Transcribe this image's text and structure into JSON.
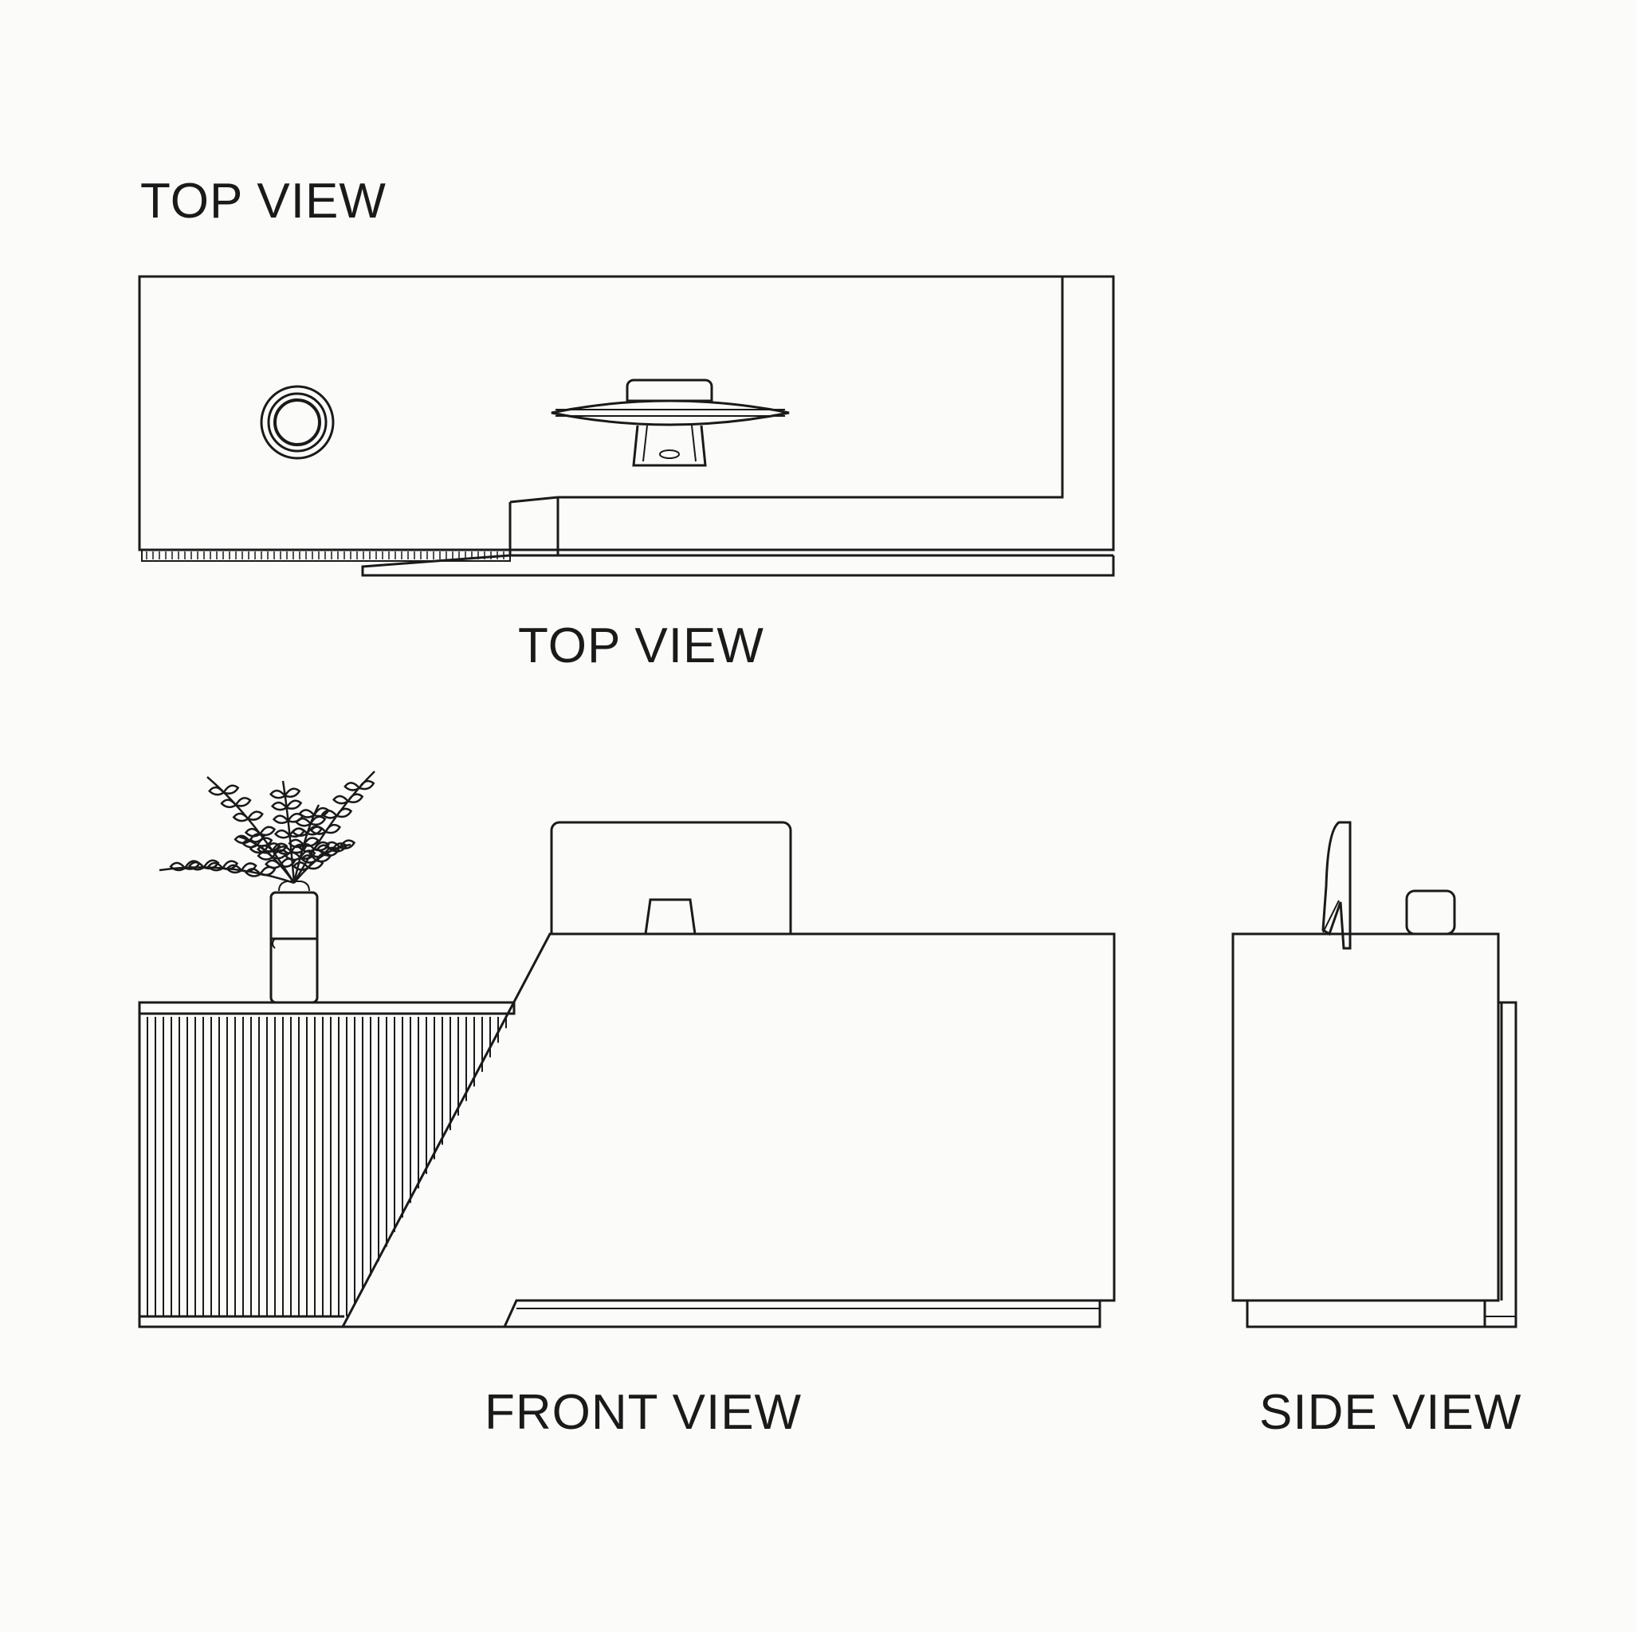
{
  "labels": {
    "top_heading": "TOP VIEW",
    "top_caption": "TOP VIEW",
    "front_caption": "FRONT VIEW",
    "side_caption": "SIDE VIEW"
  },
  "colors": {
    "background": "#fbfbfa",
    "line": "#1a1a1a"
  },
  "icons": {
    "plant": "plant-icon",
    "monitor": "monitor-icon",
    "cup": "cup-icon"
  }
}
